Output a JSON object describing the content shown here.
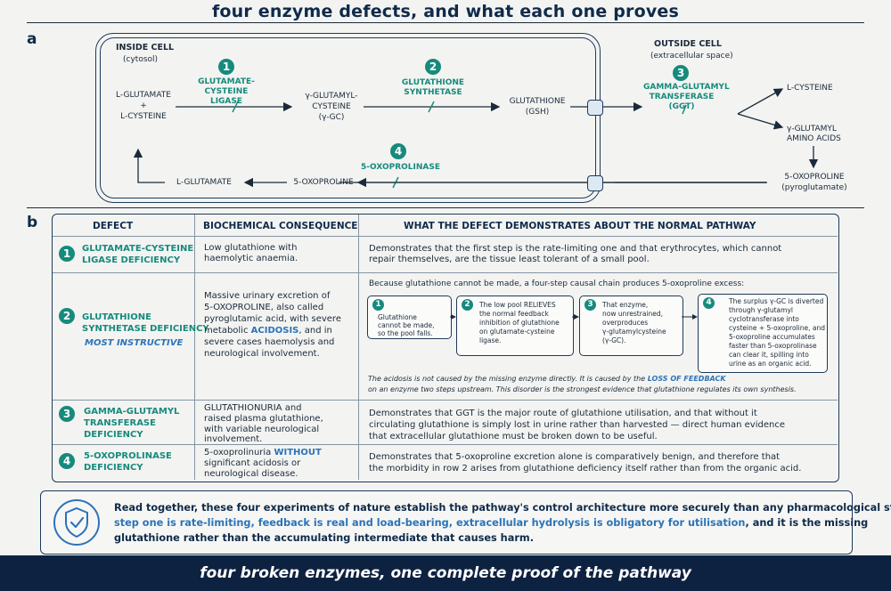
{
  "title": "four enzyme defects, and what each one proves",
  "panel_a": {
    "letter": "a",
    "inside_cell": "INSIDE CELL",
    "inside_sub": "(cytosol)",
    "outside_cell": "OUTSIDE CELL",
    "outside_sub": "(extracellular space)",
    "substrates_1": "L-GLUTAMATE",
    "substrates_plus": "+",
    "substrates_2": "L-CYSTEINE",
    "gamma_gc_1": "γ-GLUTAMYL-",
    "gamma_gc_2": "CYSTEINE",
    "gamma_gc_3": "(γ-GC)",
    "gsh_1": "GLUTATHIONE",
    "gsh_2": "(GSH)",
    "enz1_num": "1",
    "enz1_1": "GLUTAMATE-",
    "enz1_2": "CYSTEINE",
    "enz1_3": "LIGASE",
    "enz2_num": "2",
    "enz2_1": "GLUTATHIONE",
    "enz2_2": "SYNTHETASE",
    "enz3_num": "3",
    "enz3_1": "GAMMA-GLUTAMYL",
    "enz3_2": "TRANSFERASE",
    "enz3_3": "(GGT)",
    "enz4_num": "4",
    "enz4_1": "5-OXOPROLINASE",
    "out_cys": "L-CYSTEINE",
    "out_aa_1": "γ-GLUTAMYL",
    "out_aa_2": "AMINO ACIDS",
    "out_oxo_1": "5-OXOPROLINE",
    "out_oxo_2": "(pyroglutamate)",
    "in_oxo": "5-OXOPROLINE",
    "in_glu": "L-GLUTAMATE"
  },
  "panel_b": {
    "letter": "b",
    "headers": [
      "DEFECT",
      "BIOCHEMICAL CONSEQUENCE",
      "WHAT THE DEFECT DEMONSTRATES ABOUT THE NORMAL PATHWAY"
    ],
    "rows": [
      {
        "num": "1",
        "name_1": "GLUTAMATE-CYSTEINE",
        "name_2": "LIGASE DEFICIENCY",
        "cons_1": "Low glutathione with",
        "cons_2": "haemolytic anaemia.",
        "demo_1": "Demonstrates that the first step is the rate-limiting one and that erythrocytes, which cannot",
        "demo_2": "repair themselves, are the tissue least tolerant of a small pool."
      },
      {
        "num": "2",
        "name_1": "GLUTATHIONE",
        "name_2": "SYNTHETASE DEFICIENCY",
        "name_3": "MOST INSTRUCTIVE",
        "cons_1": "Massive urinary excretion of",
        "cons_2": "5-OXOPROLINE, also called",
        "cons_3": "pyroglutamic acid, with severe",
        "cons_4a": "metabolic ",
        "cons_4b": "ACIDOSIS",
        "cons_4c": ", and in",
        "cons_5": "severe cases haemolysis and",
        "cons_6": "neurological involvement.",
        "chain_intro": "Because glutathione cannot be made, a four-step causal chain produces 5-oxoproline excess:",
        "chain": [
          {
            "num": "1",
            "l1": "Glutathione",
            "l2": "cannot be made,",
            "l3": "so the pool falls.",
            "l4": "",
            "l5": "",
            "l6": ""
          },
          {
            "num": "2",
            "l1": "The low pool RELIEVES",
            "l2": "the normal feedback",
            "l3": "inhibition of glutathione",
            "l4": "on glutamate-cysteine",
            "l5": "ligase.",
            "l6": ""
          },
          {
            "num": "3",
            "l1": "That enzyme,",
            "l2": "now unrestrained,",
            "l3": "overproduces",
            "l4": "γ-glutamylcysteine",
            "l5": "(γ-GC).",
            "l6": ""
          },
          {
            "num": "4",
            "l1": "The surplus γ-GC is diverted",
            "l2": "through γ-glutamyl",
            "l3": "cyclotransferase into",
            "l4": "cysteine + 5-oxoproline, and",
            "l5": "5-oxoproline accumulates",
            "l6": "faster than 5-oxoprolinase",
            "l7": "can clear it, spilling into",
            "l8": "urine as an organic acid."
          }
        ],
        "note_1a": "The acidosis is not caused by the missing enzyme directly. It is caused by the ",
        "note_1b": "LOSS OF FEEDBACK",
        "note_2": "on an enzyme two steps upstream. This disorder is the strongest evidence that glutathione regulates its own synthesis."
      },
      {
        "num": "3",
        "name_1": "GAMMA-GLUTAMYL",
        "name_2": "TRANSFERASE",
        "name_3": "DEFICIENCY",
        "cons_1": "GLUTATHIONURIA and",
        "cons_2": "raised plasma glutathione,",
        "cons_3": "with variable neurological",
        "cons_4": "involvement.",
        "demo_1": "Demonstrates that GGT is the major route of glutathione utilisation, and that without it",
        "demo_2": "circulating glutathione is simply lost in urine rather than harvested — direct human evidence",
        "demo_3": "that extracellular glutathione must be broken down to be useful."
      },
      {
        "num": "4",
        "name_1": "5-OXOPROLINASE",
        "name_2": "DEFICIENCY",
        "cons_1a": "5-oxoprolinuria ",
        "cons_1b": "WITHOUT",
        "cons_2": "significant acidosis or",
        "cons_3": "neurological disease.",
        "demo_1": "Demonstrates that 5-oxoproline excretion alone is comparatively benign, and therefore that",
        "demo_2": "the morbidity in row 2 arises from glutathione deficiency itself rather than from the organic acid."
      }
    ]
  },
  "summary": {
    "line_1": "Read together, these four experiments of nature establish the pathway's control architecture more securely than any pharmacological study:",
    "line_2a": "step one is rate-limiting, feedback is real and load-bearing, extracellular hydrolysis is obligatory for utilisation",
    "line_2b": ", and it is the missing",
    "line_3": "glutathione rather than the accumulating intermediate that causes harm."
  },
  "footer": "four broken enzymes, one complete proof of the pathway",
  "colors": {
    "teal": "#178a7c",
    "navy": "#0d2240",
    "blue": "#2c73b8"
  }
}
